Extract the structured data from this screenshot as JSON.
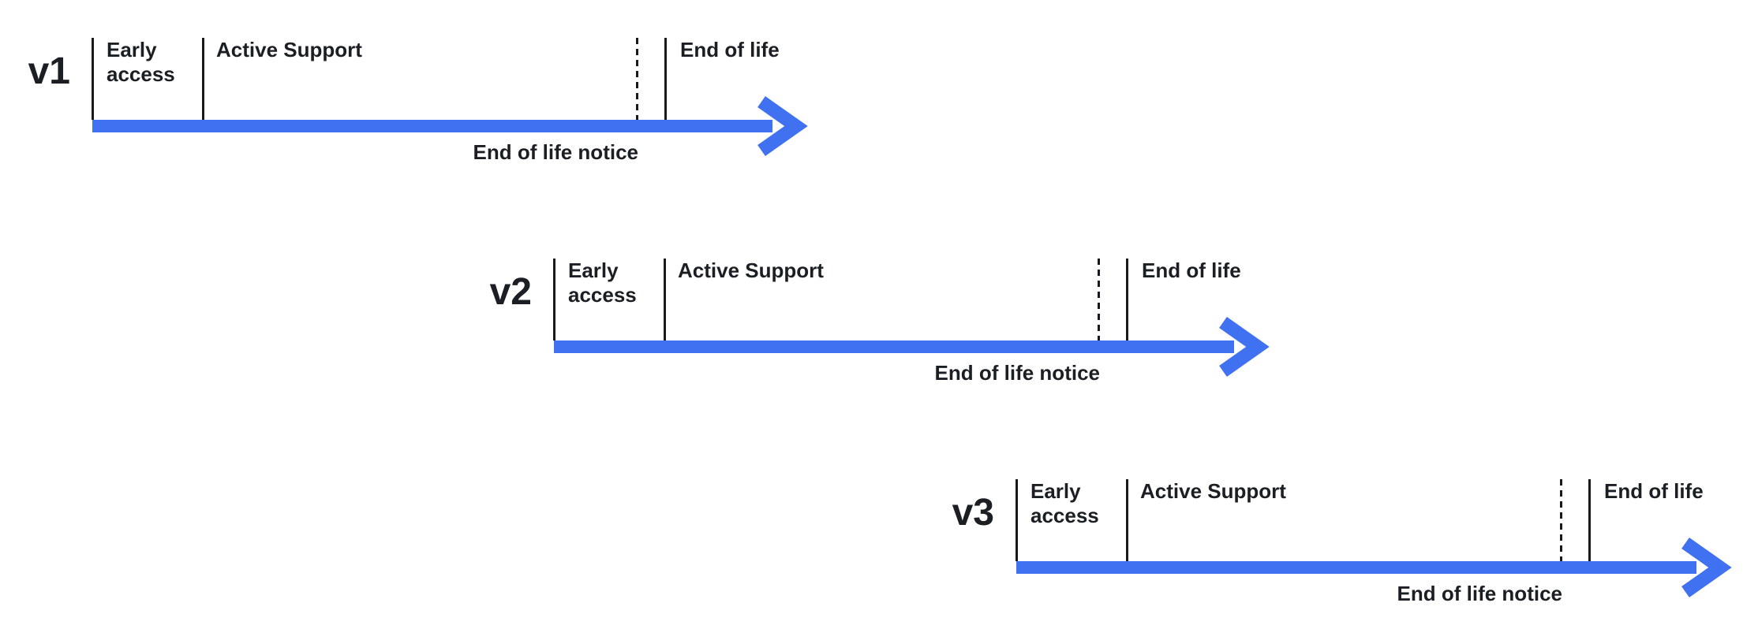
{
  "diagram": {
    "colors": {
      "arrow": "#4071F0",
      "text": "#1B1E23",
      "line": "#17191D",
      "background": "#FFFFFF"
    },
    "timelines": [
      {
        "version": "v1",
        "phases": {
          "early_access": "Early access",
          "active_support": "Active Support",
          "end_of_life": "End of life",
          "end_of_life_notice": "End of life notice"
        }
      },
      {
        "version": "v2",
        "phases": {
          "early_access": "Early access",
          "active_support": "Active Support",
          "end_of_life": "End of life",
          "end_of_life_notice": "End of life notice"
        }
      },
      {
        "version": "v3",
        "phases": {
          "early_access": "Early access",
          "active_support": "Active Support",
          "end_of_life": "End of life",
          "end_of_life_notice": "End of life notice"
        }
      }
    ]
  }
}
